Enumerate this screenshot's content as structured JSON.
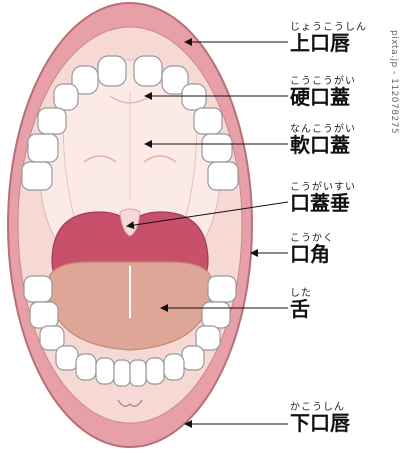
{
  "labels": [
    {
      "id": "upper-lip",
      "reading": "じょうこうしん",
      "term": "上口唇"
    },
    {
      "id": "hard-palate",
      "reading": "こうこうがい",
      "term": "硬口蓋"
    },
    {
      "id": "soft-palate",
      "reading": "なんこうがい",
      "term": "軟口蓋"
    },
    {
      "id": "uvula",
      "reading": "こうがいすい",
      "term": "口蓋垂"
    },
    {
      "id": "mouth-corner",
      "reading": "こうかく",
      "term": "口角"
    },
    {
      "id": "tongue",
      "reading": "した",
      "term": "舌"
    },
    {
      "id": "lower-lip",
      "reading": "かこうしん",
      "term": "下口唇"
    }
  ],
  "watermark": "pixta.jp - 112078275",
  "colors": {
    "lip": "#e8a0a8",
    "lip_outline": "#b87078",
    "mouth_inner": "#f6d8d4",
    "palate": "#fbeae6",
    "throat": "#c8506a",
    "tongue": "#dea696",
    "teeth": "#ffffff",
    "teeth_outline": "#999999",
    "gum": "#d1d1d1"
  }
}
